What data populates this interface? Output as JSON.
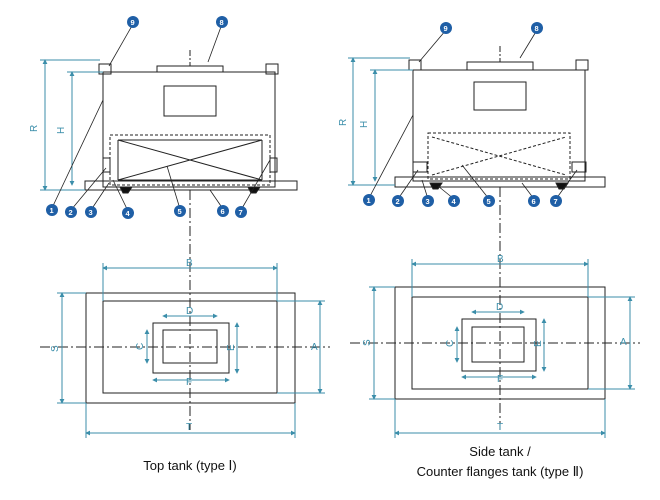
{
  "labels": {
    "top": {
      "R": "R",
      "H": "H",
      "B": "B",
      "D": "D",
      "C": "C",
      "E": "E",
      "F": "F",
      "S": "S",
      "A": "A",
      "T": "T"
    },
    "side": {
      "R": "R",
      "H": "H",
      "B": "B",
      "D": "D",
      "C": "C",
      "E": "E",
      "F": "F",
      "S": "S",
      "A": "A",
      "T": "T"
    }
  },
  "callouts": {
    "top": [
      "9",
      "8",
      "1",
      "2",
      "3",
      "4",
      "5",
      "6",
      "7"
    ],
    "side": [
      "9",
      "8",
      "1",
      "2",
      "3",
      "4",
      "5",
      "6",
      "7"
    ]
  },
  "captions": {
    "top": "Top tank (type Ⅰ)",
    "side_line1": "Side tank /",
    "side_line2": "Counter flanges tank (type Ⅱ)"
  },
  "colors": {
    "dimension": "#3b8eaa",
    "outline": "#222222",
    "callout": "#1f5fa6"
  }
}
